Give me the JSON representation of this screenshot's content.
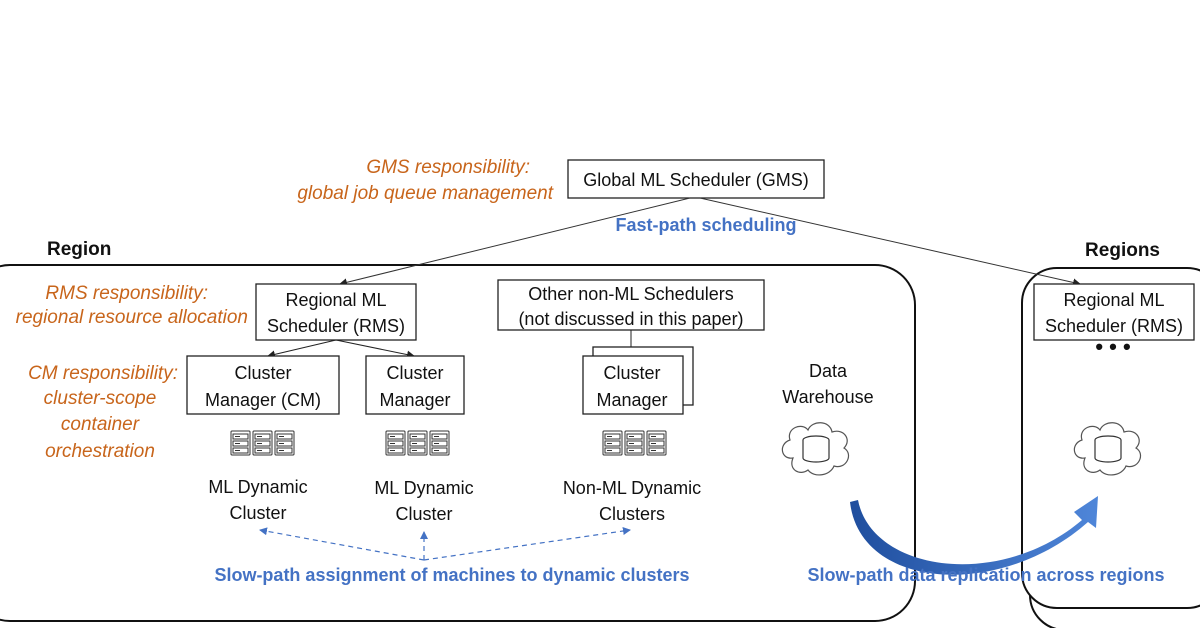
{
  "region_label": "Region",
  "regions_label": "Regions",
  "gms": {
    "box_label": "Global ML Scheduler (GMS)",
    "responsibility_line1": "GMS  responsibility:",
    "responsibility_line2": "global job queue management"
  },
  "fast_path_label": "Fast-path scheduling",
  "rms": {
    "box_line1": "Regional ML",
    "box_line2": "Scheduler (RMS)",
    "responsibility_line1": "RMS responsibility:",
    "responsibility_line2": "regional resource allocation"
  },
  "other_schedulers": {
    "line1": "Other non-ML Schedulers",
    "line2": "(not discussed in this paper)"
  },
  "cm_responsibility": {
    "line1": "CM responsibility:",
    "line2": "cluster-scope",
    "line3": "container",
    "line4": "orchestration"
  },
  "cluster_managers": [
    {
      "line1": "Cluster",
      "line2": "Manager (CM)"
    },
    {
      "line1": "Cluster",
      "line2": "Manager"
    },
    {
      "line1": "Cluster",
      "line2": "Manager"
    }
  ],
  "clusters": [
    {
      "line1": "ML Dynamic",
      "line2": "Cluster"
    },
    {
      "line1": "ML Dynamic",
      "line2": "Cluster"
    },
    {
      "line1": "Non-ML Dynamic",
      "line2": "Clusters"
    }
  ],
  "data_warehouse": {
    "line1": "Data",
    "line2": "Warehouse"
  },
  "remote_rms": {
    "line1": "Regional ML",
    "line2": "Scheduler (RMS)"
  },
  "ellipsis": "• • •",
  "slow_path_assignment": "Slow-path assignment of machines to dynamic clusters",
  "slow_path_replication": "Slow-path data replication across regions",
  "colors": {
    "responsibility": "#c8651b",
    "annotation_blue": "#4472c4",
    "arrow_blue": "#2f5fb3"
  }
}
